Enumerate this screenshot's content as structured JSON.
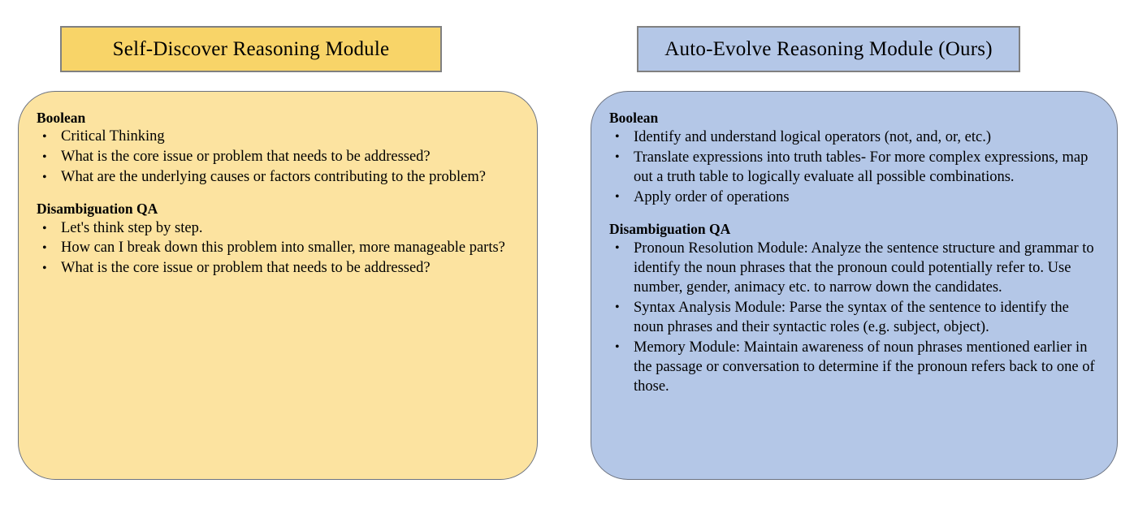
{
  "figure": {
    "columns": [
      {
        "id": "self-discover",
        "header": "Self-Discover Reasoning Module",
        "header_fill": "#F8D468",
        "body_fill": "#FCE3A0",
        "border": "#808080",
        "sections": [
          {
            "title": "Boolean",
            "items": [
              "Critical Thinking",
              "What is the core issue or problem that needs to be addressed?",
              "What are the underlying causes or factors contributing to the problem?"
            ]
          },
          {
            "title": "Disambiguation QA",
            "items": [
              "Let's think step by step.",
              "How can I break down this problem into smaller, more manageable parts?",
              "What is the core issue or problem that needs to be addressed?"
            ]
          }
        ]
      },
      {
        "id": "auto-evolve",
        "header": "Auto-Evolve Reasoning Module (Ours)",
        "header_fill": "#B4C7E7",
        "body_fill": "#B4C7E7",
        "border": "#808080",
        "sections": [
          {
            "title": "Boolean",
            "items": [
              "Identify and understand logical operators (not, and, or, etc.)",
              "Translate expressions into truth tables- For more complex expressions, map out a truth table to logically evaluate all possible combinations.",
              "Apply order of operations"
            ]
          },
          {
            "title": "Disambiguation QA",
            "items": [
              "Pronoun Resolution Module: Analyze the sentence structure and grammar to identify the noun phrases that the pronoun could potentially refer to. Use number, gender, animacy etc. to narrow down the candidates.",
              "Syntax Analysis Module: Parse the syntax of the sentence to identify the noun phrases and their syntactic roles (e.g. subject, object).",
              "Memory Module: Maintain awareness of noun phrases mentioned earlier in the passage or conversation to determine if the pronoun refers back to one of those."
            ]
          }
        ]
      }
    ]
  }
}
